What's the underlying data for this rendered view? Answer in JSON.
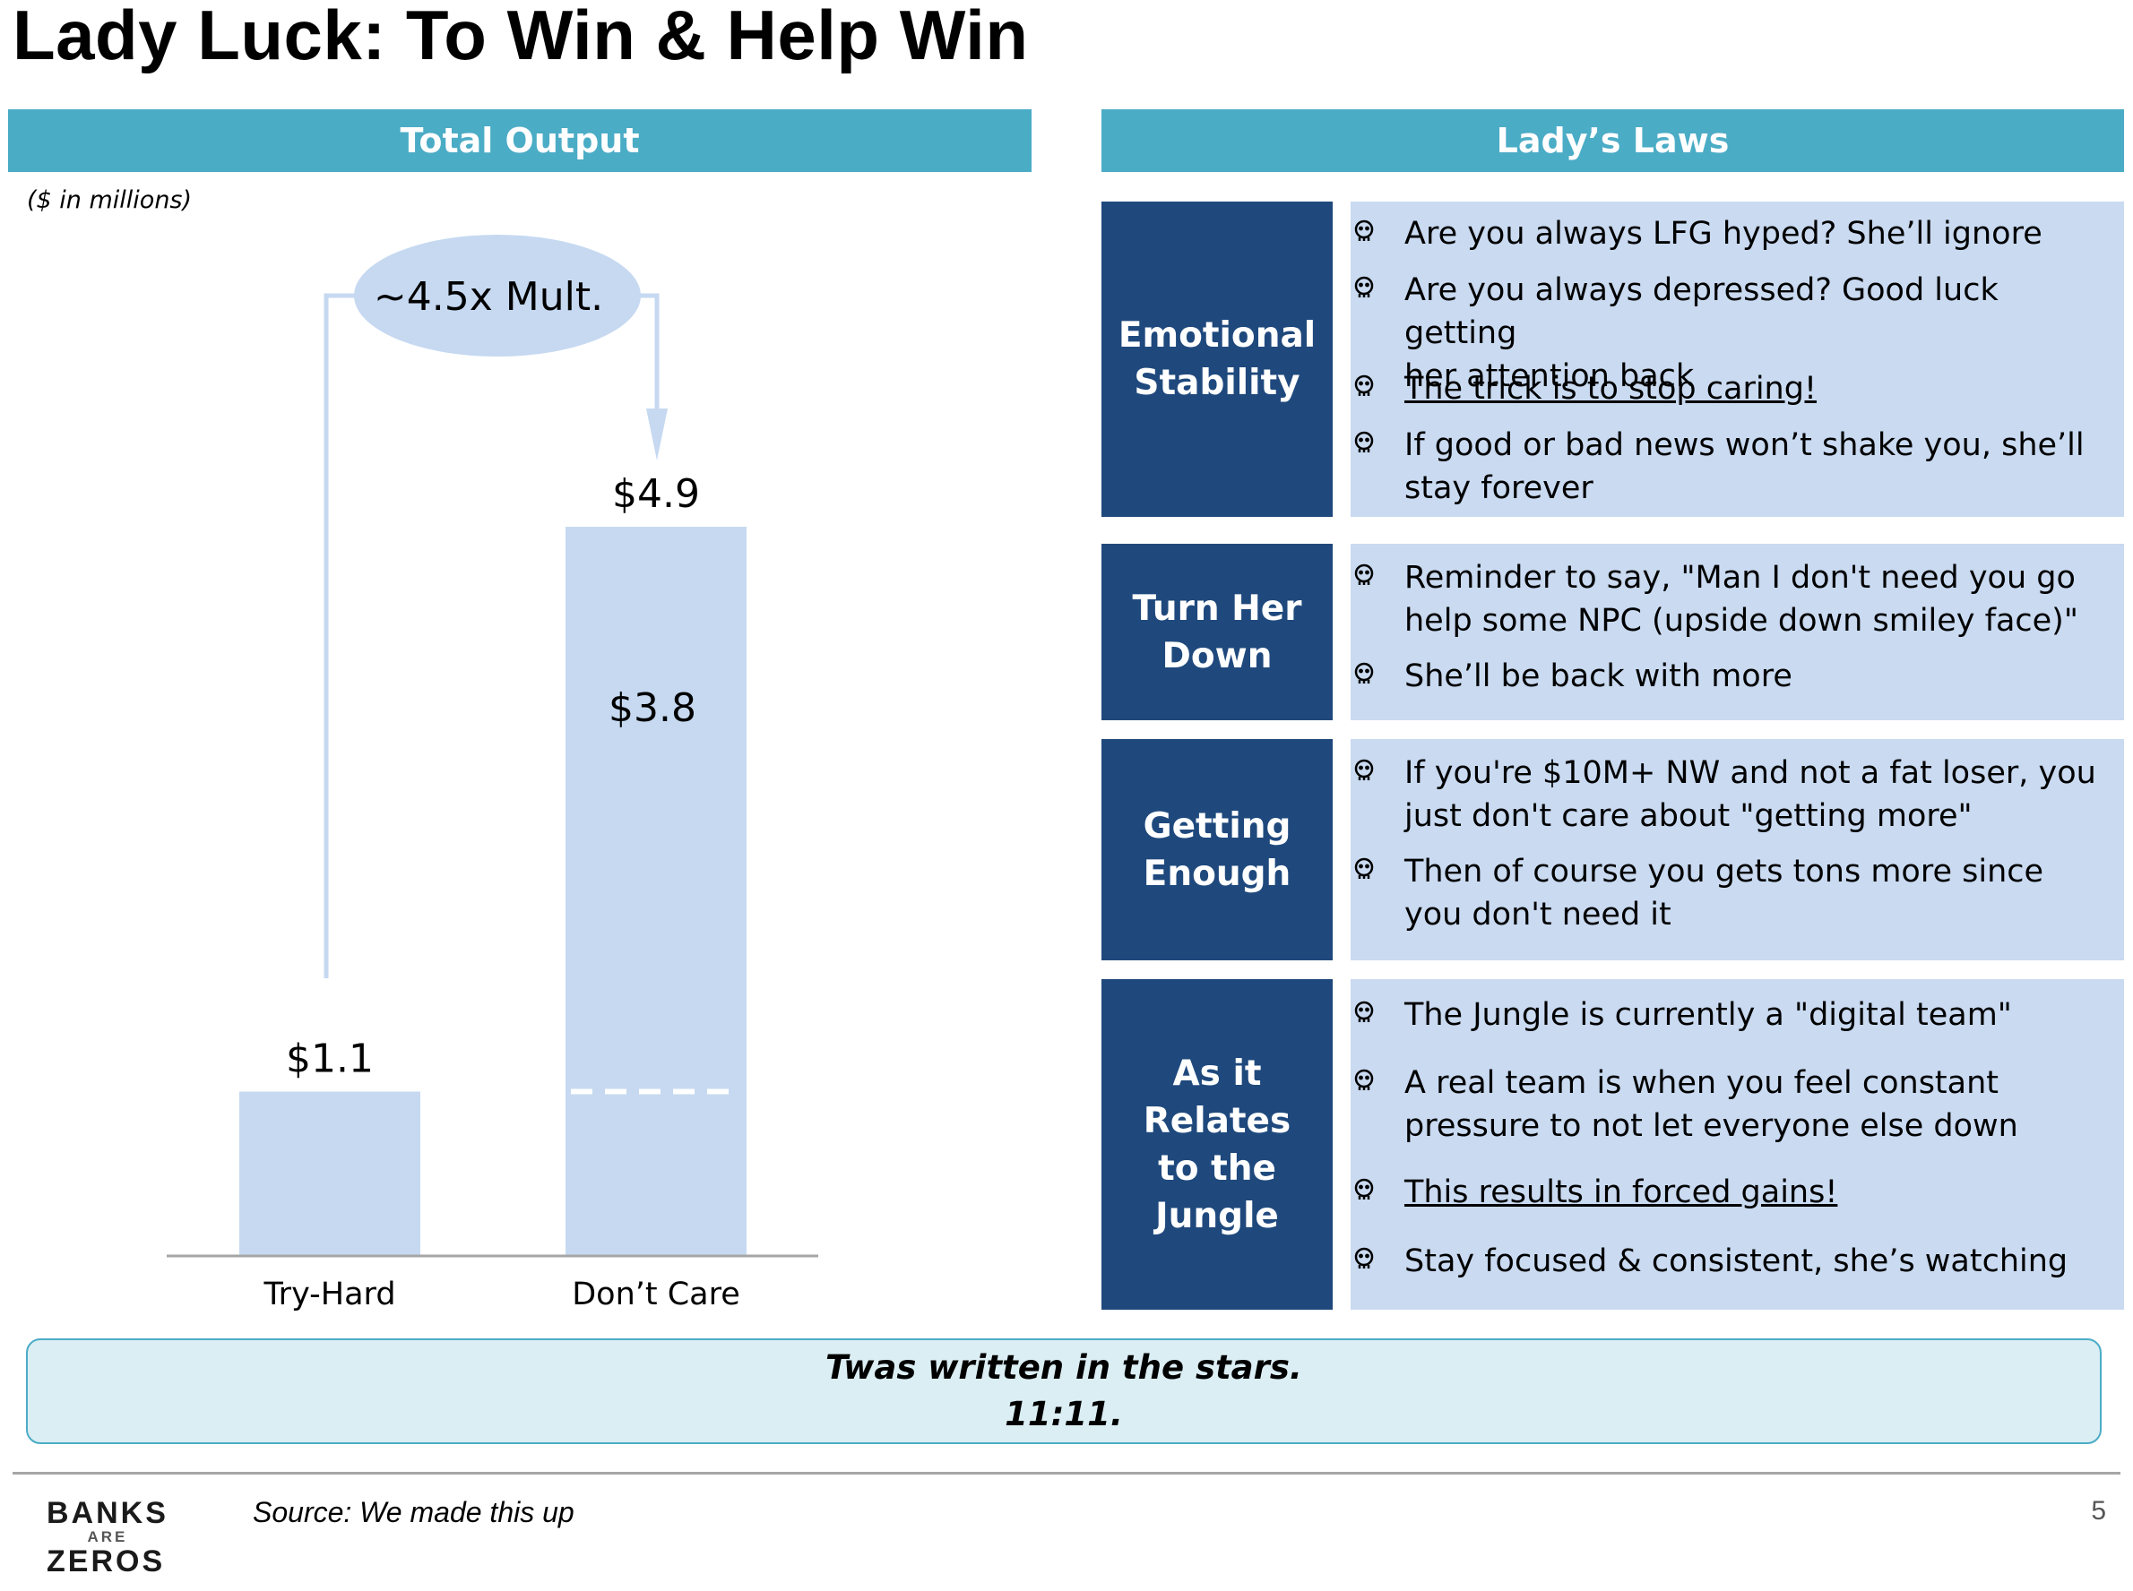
{
  "title": "Lady Luck: To Win & Help Win",
  "left_panel": {
    "header": "Total Output",
    "units": "($ in millions)",
    "multiplier_label": "~4.5x Mult."
  },
  "chart_data": {
    "type": "bar",
    "categories": [
      "Try-Hard",
      "Don’t Care"
    ],
    "values": [
      1.1,
      4.9
    ],
    "value_labels": [
      "$1.1",
      "$4.9"
    ],
    "segment": {
      "category": "Don’t Care",
      "base": 1.1,
      "increment": 3.8,
      "label": "$3.8"
    },
    "ylim": [
      0,
      4.9
    ],
    "bar_color": "#c6d9f1"
  },
  "right_panel": {
    "header": "Lady’s Laws",
    "laws": [
      {
        "title": [
          "Emotional",
          "Stability"
        ],
        "bullets": [
          {
            "lines": [
              "Are you always LFG hyped? She’ll ignore"
            ],
            "underline": false
          },
          {
            "lines": [
              "Are you always depressed? Good luck getting",
              "her attention back"
            ],
            "underline": false
          },
          {
            "lines": [
              "The trick is to stop caring!"
            ],
            "underline": true
          },
          {
            "lines": [
              "If good or bad news won’t shake you, she’ll",
              "stay forever"
            ],
            "underline": false
          }
        ]
      },
      {
        "title": [
          "Turn Her",
          "Down"
        ],
        "bullets": [
          {
            "lines": [
              "Reminder to say, \"Man I don't need you go",
              "help some NPC (upside down smiley face)\""
            ],
            "underline": false
          },
          {
            "lines": [
              "She’ll be back with more"
            ],
            "underline": false
          }
        ]
      },
      {
        "title": [
          "Getting",
          "Enough"
        ],
        "bullets": [
          {
            "lines": [
              "If you're $10M+ NW and not a fat loser, you",
              "just don't care about \"getting more\""
            ],
            "underline": false
          },
          {
            "lines": [
              "Then of course you gets tons more since",
              "you don't need it"
            ],
            "underline": false
          }
        ]
      },
      {
        "title": [
          "As it Relates",
          "to the Jungle"
        ],
        "bullets": [
          {
            "lines": [
              "The Jungle is currently a \"digital team\""
            ],
            "underline": false
          },
          {
            "lines": [
              "A real team is when you feel constant",
              "pressure to not let everyone else down"
            ],
            "underline": false
          },
          {
            "lines": [
              "This results in forced gains!"
            ],
            "underline": true
          },
          {
            "lines": [
              "Stay focused & consistent, she’s watching"
            ],
            "underline": false
          }
        ]
      }
    ]
  },
  "quote": [
    "Twas written in the stars.",
    "11:11."
  ],
  "footer": {
    "logo": [
      "BANKS",
      "ARE",
      "ZEROS"
    ],
    "source": "Source: We made this up",
    "page_number": "5"
  },
  "colors": {
    "section_header": "#4bacc6",
    "law_title_bg": "#1f497d",
    "law_body_bg": "#c9daf1",
    "quote_bg": "#dbeef4"
  },
  "icons": {
    "bullet": "skull-bullet-icon"
  }
}
